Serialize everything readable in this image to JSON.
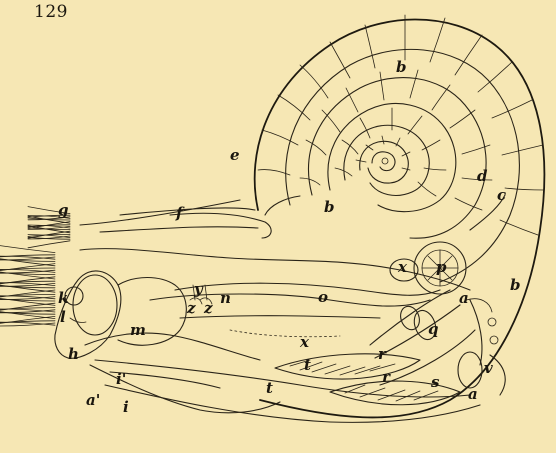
{
  "figure_number": "129",
  "colors": {
    "paper": "#f6e7b4",
    "ink": "#2a2418"
  },
  "labels": [
    {
      "id": "b1",
      "text": "b"
    },
    {
      "id": "e",
      "text": "e"
    },
    {
      "id": "d",
      "text": "d"
    },
    {
      "id": "c",
      "text": "c"
    },
    {
      "id": "b2",
      "text": "b"
    },
    {
      "id": "b3",
      "text": "b"
    },
    {
      "id": "g",
      "text": "g"
    },
    {
      "id": "f",
      "text": "f"
    },
    {
      "id": "k",
      "text": "k"
    },
    {
      "id": "l",
      "text": "l"
    },
    {
      "id": "m",
      "text": "m"
    },
    {
      "id": "y",
      "text": "y"
    },
    {
      "id": "z1",
      "text": "z"
    },
    {
      "id": "z2",
      "text": "z"
    },
    {
      "id": "n",
      "text": "n"
    },
    {
      "id": "o",
      "text": "o"
    },
    {
      "id": "x1",
      "text": "x"
    },
    {
      "id": "p",
      "text": "p"
    },
    {
      "id": "a1",
      "text": "a"
    },
    {
      "id": "q",
      "text": "q"
    },
    {
      "id": "x2",
      "text": "x"
    },
    {
      "id": "h",
      "text": "h"
    },
    {
      "id": "r1",
      "text": "r"
    },
    {
      "id": "r2",
      "text": "r"
    },
    {
      "id": "t1",
      "text": "t"
    },
    {
      "id": "t2",
      "text": "t"
    },
    {
      "id": "s",
      "text": "s"
    },
    {
      "id": "v",
      "text": "v"
    },
    {
      "id": "i1",
      "text": "i'"
    },
    {
      "id": "i2",
      "text": "i"
    },
    {
      "id": "a2",
      "text": "a'"
    },
    {
      "id": "a3",
      "text": "a"
    }
  ]
}
